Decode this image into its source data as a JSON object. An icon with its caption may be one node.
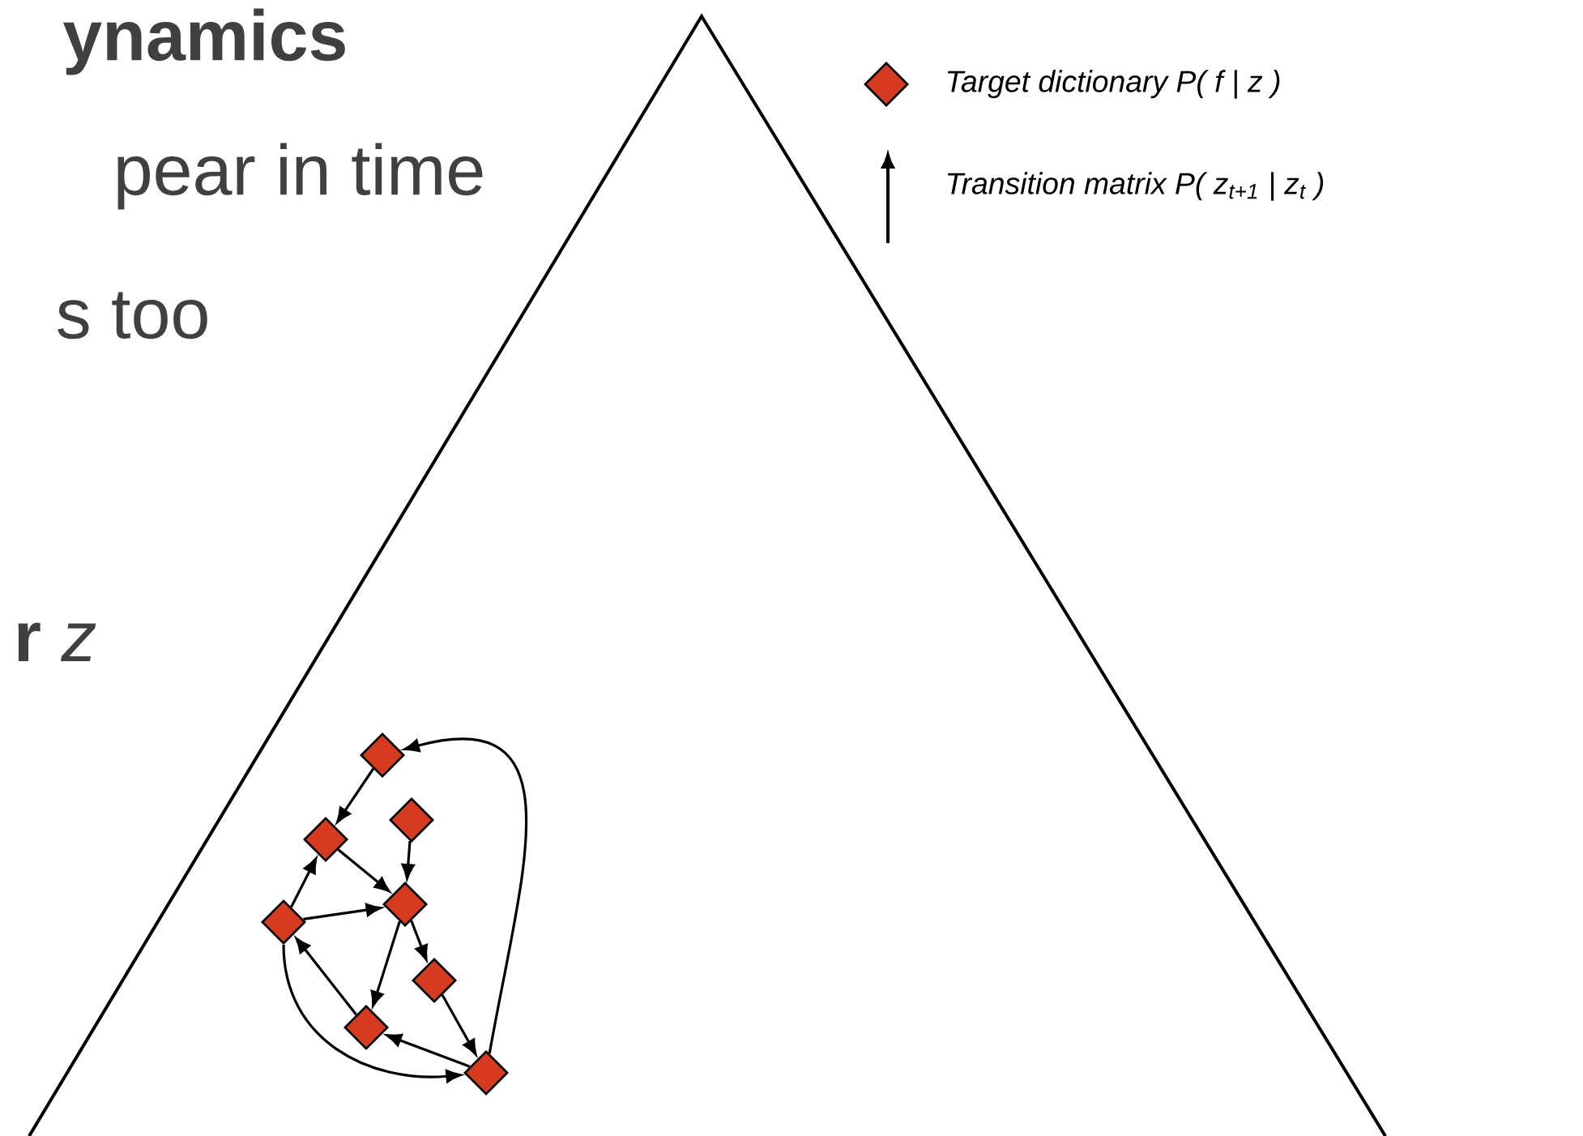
{
  "diagram": {
    "nodes": [
      {
        "text": [],
        "shape": "diamond"
      },
      {
        "text": [],
        "shape": "diamond"
      },
      {
        "text": [],
        "shape": "diamond"
      },
      {
        "text": [],
        "shape": "diamond"
      },
      {
        "text": [],
        "shape": "diamond"
      },
      {
        "text": [],
        "shape": "diamond"
      },
      {
        "text": [],
        "shape": "diamond"
      },
      {
        "text": [],
        "shape": "diamond"
      }
    ],
    "edges": [
      {
        "from": 0,
        "to": 1,
        "arrow": "to"
      },
      {
        "from": 2,
        "to": 3,
        "arrow": "to"
      },
      {
        "from": 1,
        "to": 3,
        "arrow": "to"
      },
      {
        "from": 4,
        "to": 1,
        "arrow": "to"
      },
      {
        "from": 4,
        "to": 3,
        "arrow": "to"
      },
      {
        "from": 3,
        "to": 6,
        "arrow": "to"
      },
      {
        "from": 3,
        "to": 5,
        "arrow": "to"
      },
      {
        "from": 5,
        "to": 7,
        "arrow": "to"
      },
      {
        "from": 7,
        "to": 6,
        "arrow": "to"
      },
      {
        "from": 6,
        "to": 4,
        "arrow": "to"
      },
      {
        "from": 4,
        "to": 7,
        "arrow": "to"
      },
      {
        "from": 7,
        "to": 0,
        "arrow": "to"
      }
    ],
    "labels": [
      "ynamics",
      "pear in time",
      "s too",
      "**r** *z*"
    ],
    "legend": [
      {
        "text": "Target dictionary P( f | z )",
        "color": "#d63b1f"
      },
      {
        "text": "Transition matrix P( z$_{t+1}$ | z$_{t}$ )"
      }
    ]
  }
}
